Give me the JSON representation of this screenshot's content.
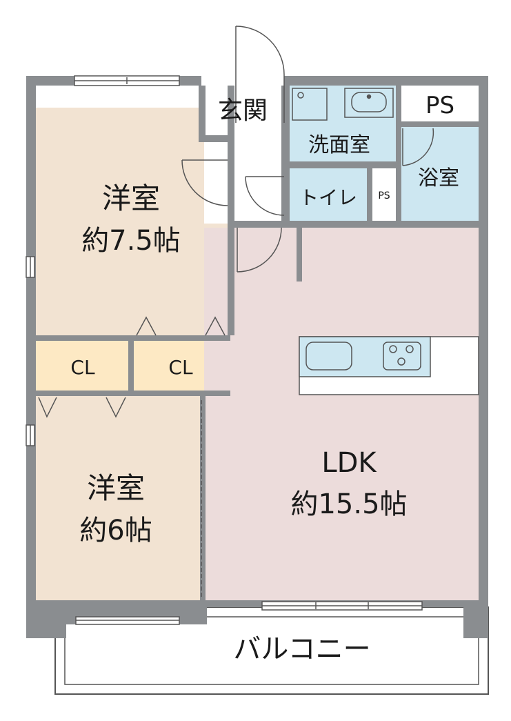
{
  "rooms": {
    "genkan": "玄関",
    "ps_top": "PS",
    "washroom": "洗面室",
    "bath": "浴室",
    "toilet": "トイレ",
    "ps_small": "PS",
    "western_room_1": {
      "name": "洋室",
      "size": "約7.5帖"
    },
    "closet_1": "CL",
    "closet_2": "CL",
    "western_room_2": {
      "name": "洋室",
      "size": "約6帖"
    },
    "ldk": {
      "name": "LDK",
      "size": "約15.5帖"
    },
    "balcony": "バルコニー"
  },
  "colors": {
    "wall": "#8a8d90",
    "western_room": "#f2e3d2",
    "closet": "#fde9c4",
    "ldk": "#ecdcdb",
    "wet_area": "#cde7f1",
    "white": "#ffffff"
  }
}
